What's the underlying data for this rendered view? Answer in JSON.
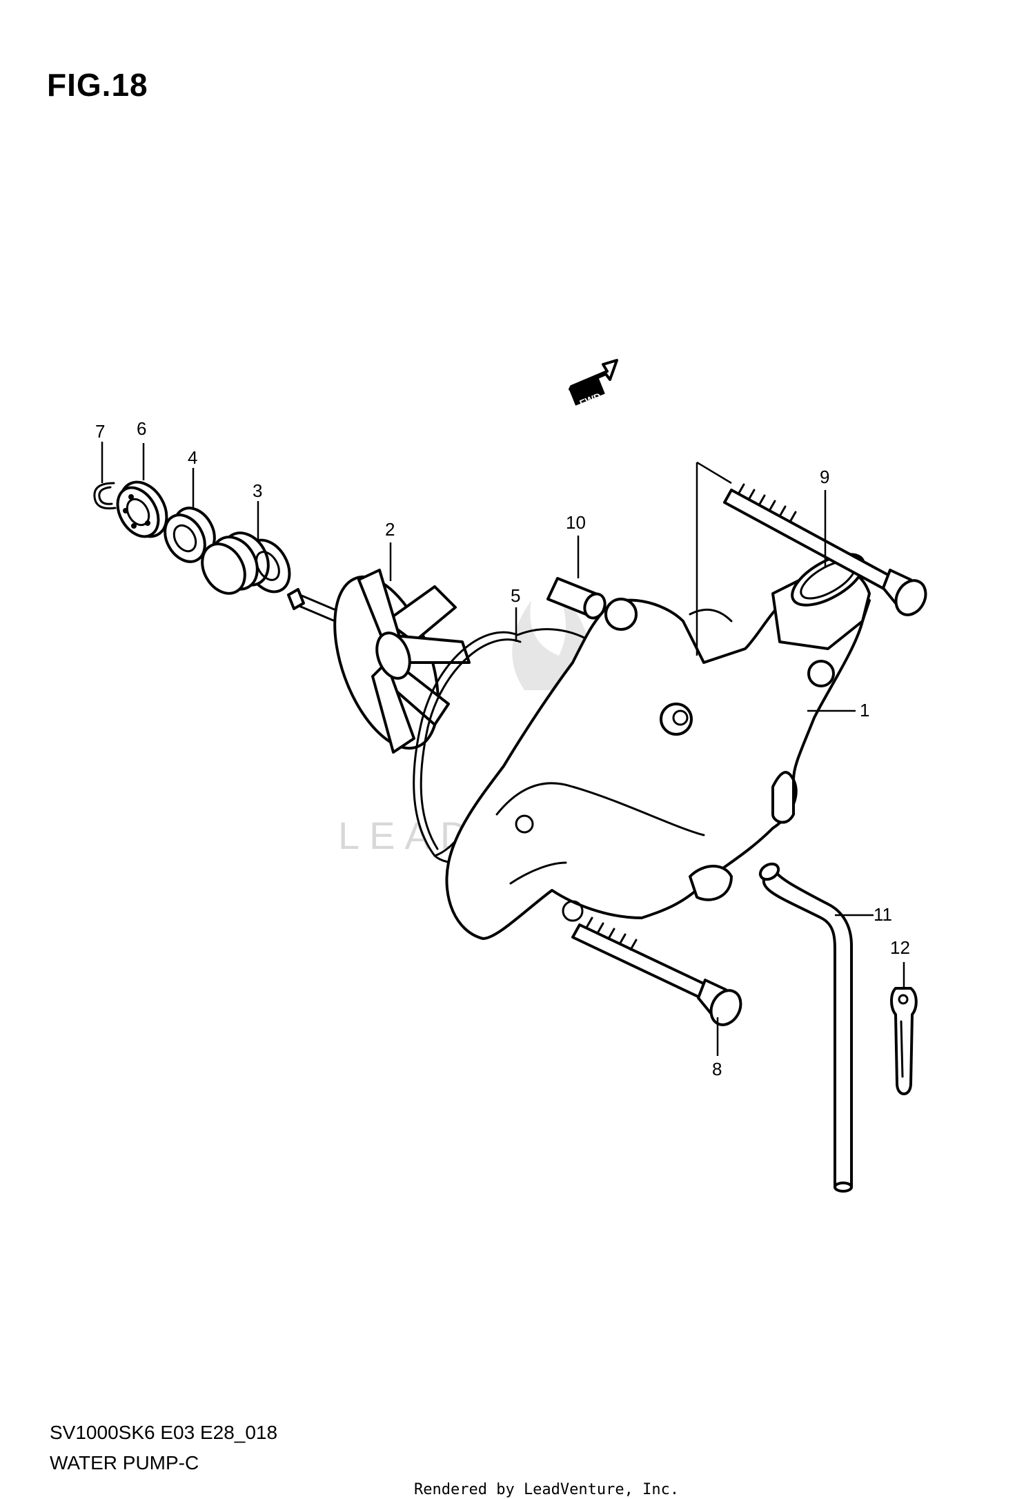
{
  "figure": {
    "title": "FIG.18"
  },
  "caption": {
    "code": "SV1000SK6 E03 E28_018",
    "name": "WATER PUMP-C"
  },
  "footer": {
    "rendered_by": "Rendered by LeadVenture, Inc."
  },
  "watermark": {
    "text": "LEADVENTURE"
  },
  "direction_tag": {
    "text": "FWD"
  },
  "callouts": [
    "1",
    "2",
    "3",
    "4",
    "5",
    "6",
    "7",
    "8",
    "9",
    "10",
    "11",
    "12"
  ]
}
